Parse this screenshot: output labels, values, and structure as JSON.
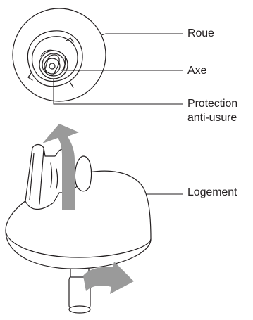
{
  "labels": {
    "roue": "Roue",
    "axe": "Axe",
    "protection_line1": "Protection",
    "protection_line2": "anti-usure",
    "logement": "Logement"
  },
  "colors": {
    "line": "#231f20",
    "arrow": "#9a9a9a",
    "background": "#ffffff"
  }
}
